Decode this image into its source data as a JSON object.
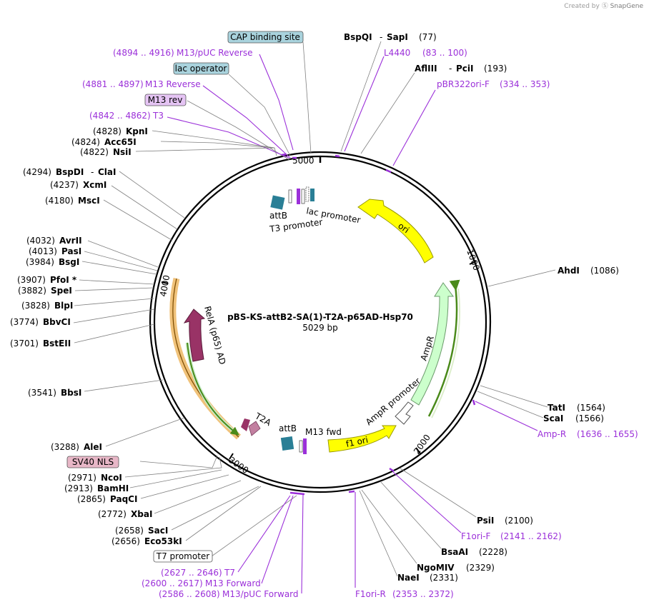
{
  "header": {
    "credit_prefix": "Created by",
    "credit_brand": "SnapGene"
  },
  "plasmid": {
    "name": "pBS-KS-attB2-SA(1)-T2A-p65AD-Hsp70",
    "length": 5029,
    "length_label": "5029 bp"
  },
  "ticks": [
    "1000",
    "2000",
    "3000",
    "4000",
    "5000"
  ],
  "colors": {
    "primer": "#9b30d9",
    "ori": "#ffff00",
    "ampr": "#ccffcc",
    "relA": "#993366",
    "relA_bg": "#f0c27a",
    "attB": "#2a7f96",
    "t2a": "#c27fa0",
    "white": "#ffffff",
    "backbone": "#000000"
  },
  "features": [
    {
      "name": "ori",
      "label": "ori",
      "type": "arrow",
      "color": "ori"
    },
    {
      "name": "ampr",
      "label": "AmpR",
      "type": "arrow",
      "color": "ampr"
    },
    {
      "name": "ampr-promoter",
      "label": "AmpR promoter",
      "type": "arrow",
      "color": "white"
    },
    {
      "name": "f1-ori",
      "label": "f1 ori",
      "type": "arrow",
      "color": "ori"
    },
    {
      "name": "m13-fwd",
      "label": "M13 fwd",
      "type": "small"
    },
    {
      "name": "attb-2",
      "label": "attB",
      "type": "box"
    },
    {
      "name": "t2a",
      "label": "T2A",
      "type": "small"
    },
    {
      "name": "rela-ad",
      "label": "RelA (p65) AD",
      "type": "arrow",
      "color": "relA"
    },
    {
      "name": "attb-1",
      "label": "attB",
      "type": "box"
    },
    {
      "name": "t3-promoter",
      "label": "T3 promoter",
      "type": "small"
    },
    {
      "name": "lac-promoter",
      "label": "lac promoter",
      "type": "small"
    }
  ],
  "labels": [
    {
      "id": "cap",
      "kind": "boxed",
      "name": "CAP binding site",
      "fill": "#a9d3dd"
    },
    {
      "id": "m13puc-rev",
      "kind": "primer",
      "pos": "(4894 .. 4916)",
      "name": "M13/pUC Reverse"
    },
    {
      "id": "lacop",
      "kind": "boxed",
      "name": "lac operator",
      "fill": "#a9d3dd"
    },
    {
      "id": "m13-reverse",
      "kind": "primer",
      "pos": "(4881 .. 4897)",
      "name": "M13 Reverse"
    },
    {
      "id": "m13rev-box",
      "kind": "boxed",
      "name": "M13 rev",
      "fill": "#e5c4f4"
    },
    {
      "id": "t3-primer",
      "kind": "primer",
      "pos": "(4842 .. 4862)",
      "name": "T3"
    },
    {
      "id": "kpni",
      "kind": "site",
      "pos": "(4828)",
      "name": "KpnI"
    },
    {
      "id": "acc65i",
      "kind": "site",
      "pos": "(4824)",
      "name": "Acc65I"
    },
    {
      "id": "nsii",
      "kind": "site",
      "pos": "(4822)",
      "name": "NsiI"
    },
    {
      "id": "bspdi",
      "kind": "site2",
      "pos": "(4294)",
      "name": "BspDI",
      "name2": "ClaI"
    },
    {
      "id": "xcmi",
      "kind": "site",
      "pos": "(4237)",
      "name": "XcmI"
    },
    {
      "id": "msci",
      "kind": "site",
      "pos": "(4180)",
      "name": "MscI"
    },
    {
      "id": "avrii",
      "kind": "site",
      "pos": "(4032)",
      "name": "AvrII"
    },
    {
      "id": "pasi",
      "kind": "site",
      "pos": "(4013)",
      "name": "PasI"
    },
    {
      "id": "bsgi",
      "kind": "site",
      "pos": "(3984)",
      "name": "BsgI"
    },
    {
      "id": "pfoi",
      "kind": "site",
      "pos": "(3907)",
      "name": "PfoI *"
    },
    {
      "id": "spei",
      "kind": "site",
      "pos": "(3882)",
      "name": "SpeI"
    },
    {
      "id": "blpi",
      "kind": "site",
      "pos": "(3828)",
      "name": "BlpI"
    },
    {
      "id": "bbvci",
      "kind": "site",
      "pos": "(3774)",
      "name": "BbvCI"
    },
    {
      "id": "bsteii",
      "kind": "site",
      "pos": "(3701)",
      "name": "BstEII"
    },
    {
      "id": "bbsi",
      "kind": "site",
      "pos": "(3541)",
      "name": "BbsI"
    },
    {
      "id": "alei",
      "kind": "site",
      "pos": "(3288)",
      "name": "AleI"
    },
    {
      "id": "sv40",
      "kind": "boxed",
      "name": "SV40 NLS",
      "fill": "#e8b7c7"
    },
    {
      "id": "ncoi",
      "kind": "site",
      "pos": "(2971)",
      "name": "NcoI"
    },
    {
      "id": "bamhi",
      "kind": "site",
      "pos": "(2913)",
      "name": "BamHI"
    },
    {
      "id": "paqci",
      "kind": "site",
      "pos": "(2865)",
      "name": "PaqCI"
    },
    {
      "id": "xbai",
      "kind": "site",
      "pos": "(2772)",
      "name": "XbaI"
    },
    {
      "id": "saci",
      "kind": "site",
      "pos": "(2658)",
      "name": "SacI"
    },
    {
      "id": "eco53ki",
      "kind": "site",
      "pos": "(2656)",
      "name": "Eco53kI"
    },
    {
      "id": "t7prom",
      "kind": "boxed",
      "name": "T7 promoter",
      "fill": "#ffffff"
    },
    {
      "id": "t7-primer",
      "kind": "primer",
      "pos": "(2627 .. 2646)",
      "name": "T7"
    },
    {
      "id": "m13-forward",
      "kind": "primer",
      "pos": "(2600 .. 2617)",
      "name": "M13 Forward"
    },
    {
      "id": "m13puc-fwd",
      "kind": "primer",
      "pos": "(2586 .. 2608)",
      "name": "M13/pUC Forward"
    },
    {
      "id": "f1ori-r",
      "kind": "primer",
      "pos": "(2353 .. 2372)",
      "name": "F1ori-R",
      "name_first": true
    },
    {
      "id": "naei",
      "kind": "site",
      "pos": "(2331)",
      "name": "NaeI",
      "name_first": true
    },
    {
      "id": "ngomiv",
      "kind": "site",
      "pos": "(2329)",
      "name": "NgoMIV",
      "name_first": true
    },
    {
      "id": "bsaai",
      "kind": "site",
      "pos": "(2228)",
      "name": "BsaAI",
      "name_first": true
    },
    {
      "id": "f1ori-f",
      "kind": "primer",
      "pos": "(2141 .. 2162)",
      "name": "F1ori-F",
      "name_first": true
    },
    {
      "id": "psii",
      "kind": "site",
      "pos": "(2100)",
      "name": "PsiI",
      "name_first": true
    },
    {
      "id": "amp-r",
      "kind": "primer",
      "pos": "(1636 .. 1655)",
      "name": "Amp-R",
      "name_first": true
    },
    {
      "id": "scai",
      "kind": "site",
      "pos": "(1566)",
      "name": "ScaI",
      "name_first": true
    },
    {
      "id": "tati",
      "kind": "site",
      "pos": "(1564)",
      "name": "TatI",
      "name_first": true
    },
    {
      "id": "ahdi",
      "kind": "site",
      "pos": "(1086)",
      "name": "AhdI",
      "name_first": true
    },
    {
      "id": "pbr322ori-f",
      "kind": "primer",
      "pos": "(334 .. 353)",
      "name": "pBR322ori-F",
      "name_first": true
    },
    {
      "id": "afliii",
      "kind": "site2",
      "pos": "(193)",
      "name": "AflIII",
      "name2": "PciI",
      "name_first": true
    },
    {
      "id": "l4440",
      "kind": "primer",
      "pos": "(83 .. 100)",
      "name": "L4440",
      "name_first": true
    },
    {
      "id": "bspqi",
      "kind": "site2",
      "pos": "(77)",
      "name": "BspQI",
      "name2": "SapI",
      "name_first": true
    }
  ]
}
